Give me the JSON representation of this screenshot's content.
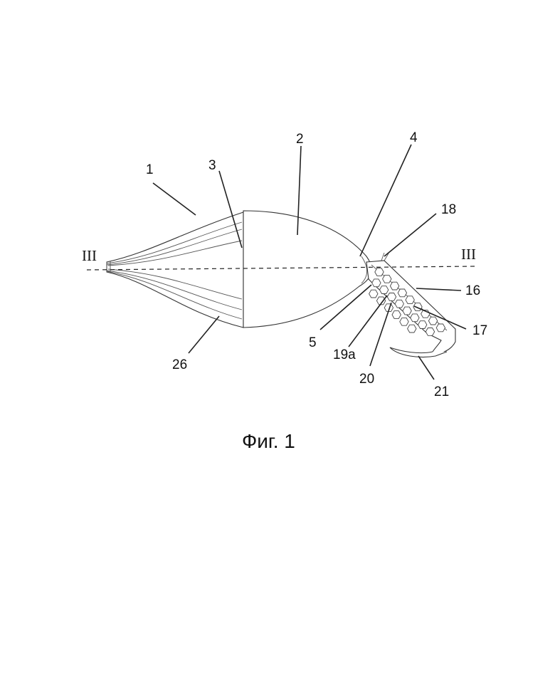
{
  "figure": {
    "caption": "Фиг. 1",
    "section_label_left": "III",
    "section_label_right": "III",
    "reference_numerals": {
      "n1": "1",
      "n2": "2",
      "n3": "3",
      "n4": "4",
      "n5": "5",
      "n16": "16",
      "n17": "17",
      "n18": "18",
      "n19a": "19a",
      "n20": "20",
      "n21": "21",
      "n26": "26"
    }
  }
}
